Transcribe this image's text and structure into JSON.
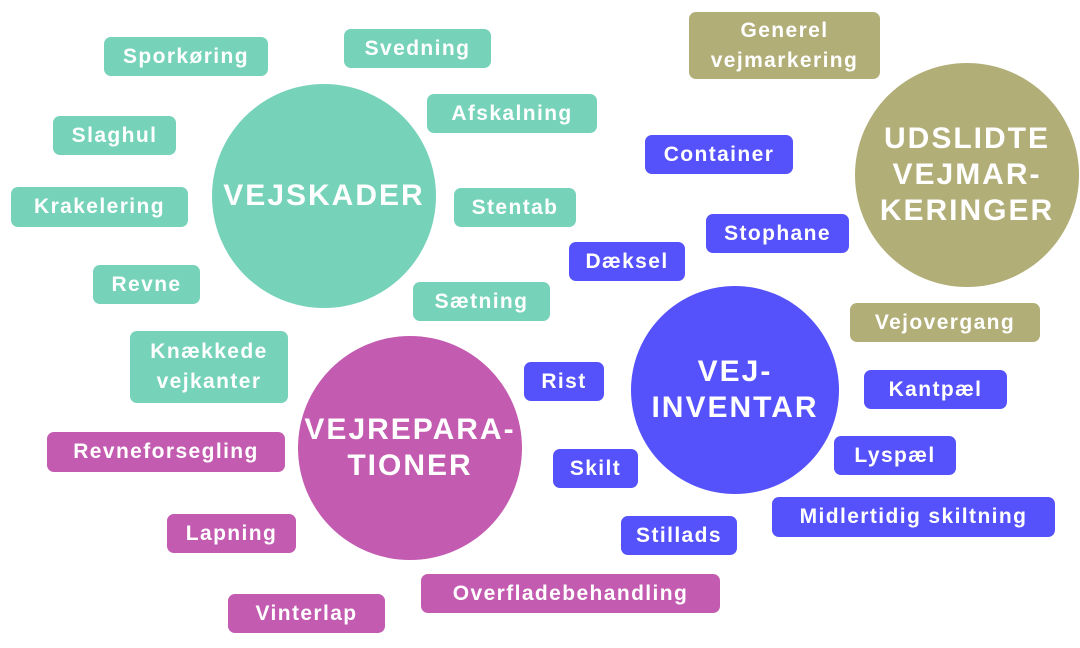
{
  "colors": {
    "vejskader": "#76d3b9",
    "vejreparationer": "#c35bb0",
    "vejinventar": "#5551fb",
    "vejmarkeringer": "#b2ae78"
  },
  "categories": {
    "vejskader": "VEJSKADER",
    "vejreparationer": "VEJREPARA-\nTIONER",
    "vejinventar": "VEJ-\nINVENTAR",
    "vejmarkeringer": "UDSLIDTE\nVEJMAR-\nKERINGER"
  },
  "vejskader_items": [
    "Sporkøring",
    "Svedning",
    "Afskalning",
    "Slaghul",
    "Krakelering",
    "Stentab",
    "Revne",
    "Sætning",
    "Knækkede vejkanter"
  ],
  "vejreparationer_items": [
    "Revneforsegling",
    "Lapning",
    "Vinterlap",
    "Overfladebehandling"
  ],
  "vejinventar_items": [
    "Container",
    "Stophane",
    "Dæksel",
    "Rist",
    "Kantpæl",
    "Lyspæl",
    "Skilt",
    "Midlertidig skiltning",
    "Stillads"
  ],
  "vejmarkeringer_items": [
    "Generel vejmarkering",
    "Vejovergang"
  ]
}
